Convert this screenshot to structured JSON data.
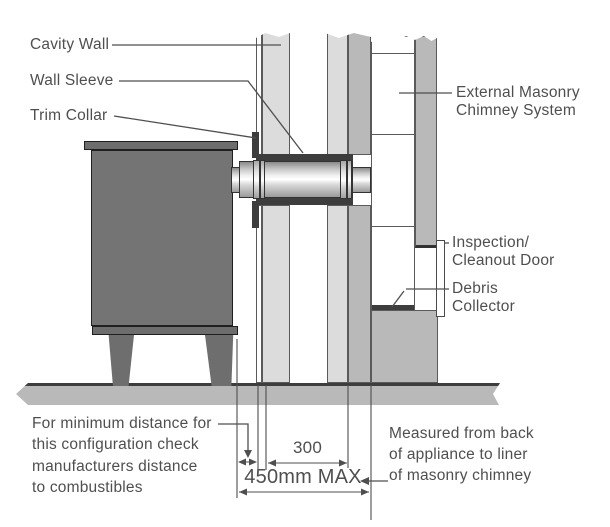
{
  "labels": {
    "cavity_wall": "Cavity Wall",
    "wall_sleeve": "Wall Sleeve",
    "trim_collar": "Trim Collar",
    "external_masonry_chimney": "External Masonry\nChimney System",
    "inspection_cleanout_door": "Inspection/\nCleanout Door",
    "debris_collector": "Debris\nCollector"
  },
  "notes": {
    "minimum_distance": "For minimum distance for\nthis configuration check\nmanufacturers distance\nto combustibles",
    "measured_from": "Measured from back\nof appliance to liner\nof masonry chimney"
  },
  "dimensions": {
    "cavity_wall_width": "300",
    "max_distance": "450mm MAX"
  },
  "colors": {
    "line": "#4f4f4f",
    "stove_gray": "#747474",
    "wall_light": "#dcdcdc",
    "wall_medium": "#b9b9b9",
    "sleeve_dark": "#3d3d3d",
    "background": "#ffffff"
  }
}
